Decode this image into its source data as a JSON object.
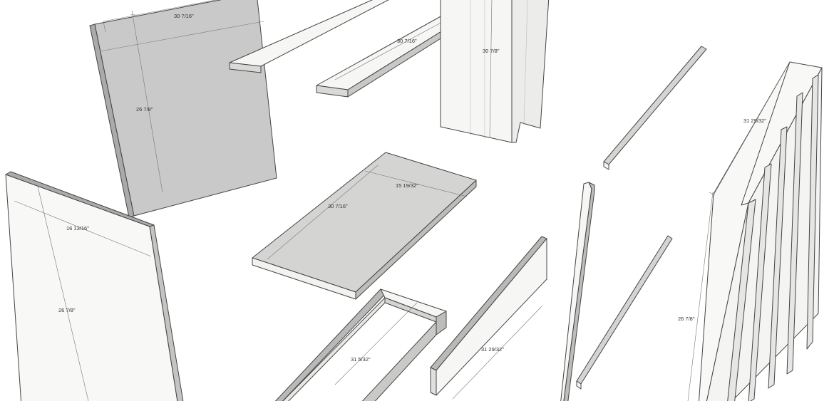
{
  "diagram": {
    "view": "exploded isometric cabinet parts",
    "colors": {
      "face_light": "#f6f6f4",
      "face_mid": "#d4d4d2",
      "face_dark": "#aaaaaa",
      "face_grey": "#c9c9c9",
      "edge": "#444444"
    },
    "labels": {
      "back_width": "30 7/16\"",
      "back_height": "26 7/8\"",
      "shelf_width": "30 7/16\"",
      "door_height": "30 7/8\"",
      "bottom_depth": "15 19/32\"",
      "bottom_width": "30 7/16\"",
      "left_side_width": "16 13/16\"",
      "left_side_height": "26 7/8\"",
      "base_frame_length": "31 5/32\"",
      "kick_board_length": "31 29/32\"",
      "right_side_width": "31 29/32\"",
      "right_side_height": "26 7/8\""
    }
  }
}
